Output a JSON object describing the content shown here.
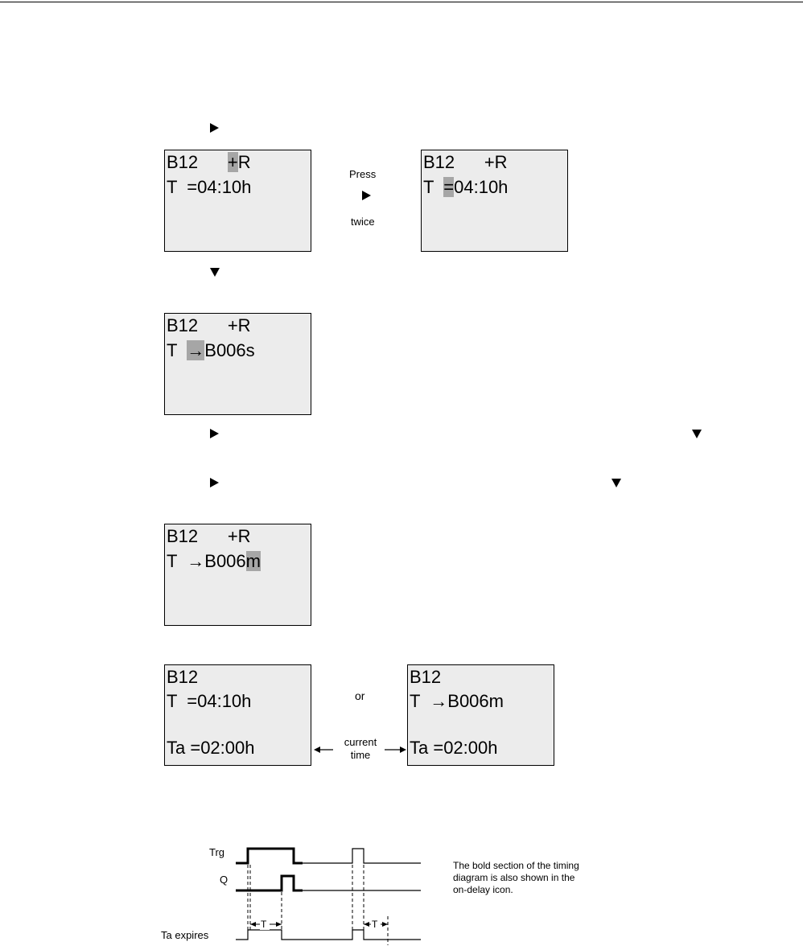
{
  "screen1": {
    "l1a": "B12      ",
    "l1hl": "+",
    "l1b": "R",
    "l2": "T  =04:10h"
  },
  "press_label": "Press",
  "twice_label": "twice",
  "screen2": {
    "l1": "B12      +R",
    "l2a": "T  ",
    "l2hl": "=",
    "l2b": "04:10h"
  },
  "screen3": {
    "l1": "B12      +R",
    "l2a": "T  ",
    "l2hl": "→",
    "l2b": "B006s"
  },
  "screen4": {
    "l1": "B12      +R",
    "l2a": "T  →B006",
    "l2hl": "m"
  },
  "screen5": {
    "l1": "B12",
    "l2": "T  =04:10h",
    "l3": "Ta =02:00h"
  },
  "or_label": "or",
  "current_time_label": "current\ntime",
  "screen6": {
    "l1": "B12",
    "l2": "T  →B006m",
    "l3": "Ta =02:00h"
  },
  "timing": {
    "trg_label": "Trg",
    "q_label": "Q",
    "ta_label": "Ta expires",
    "t_label": "T",
    "note": "The bold section of the timing diagram is also shown in the on-delay icon."
  },
  "icons": [
    "right-arrow-key-icon",
    "down-arrow-key-icon"
  ]
}
